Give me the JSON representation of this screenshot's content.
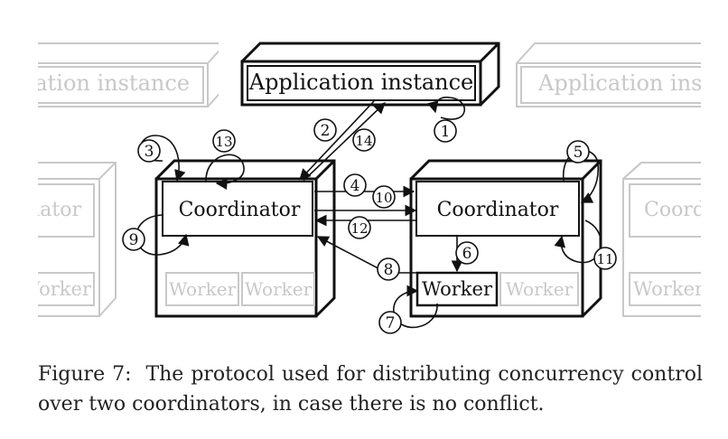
{
  "diagram": {
    "app_instance_left": "Application instance",
    "app_instance_center": "Application instance",
    "app_instance_right": "Application instance",
    "coordinator_left_ghost": "Coordinator",
    "coordinator_left": "Coordinator",
    "coordinator_right": "Coordinator",
    "coordinator_right_ghost": "Coordinator",
    "worker_far_left": "Worker",
    "worker_left_a": "Worker",
    "worker_left_b": "Worker",
    "worker_right_active": "Worker",
    "worker_right_b": "Worker",
    "worker_far_right": "Worker",
    "steps": [
      "1",
      "2",
      "3",
      "4",
      "5",
      "6",
      "7",
      "8",
      "9",
      "10",
      "11",
      "12",
      "13",
      "14"
    ]
  },
  "caption": {
    "figure_label": "Figure 7:",
    "text": "The protocol used for distributing concurrency control over two coordinators, in case there is no conflict."
  },
  "colors": {
    "ink": "#111111",
    "ghost": "#c8c8c8",
    "caption": "#222222"
  }
}
